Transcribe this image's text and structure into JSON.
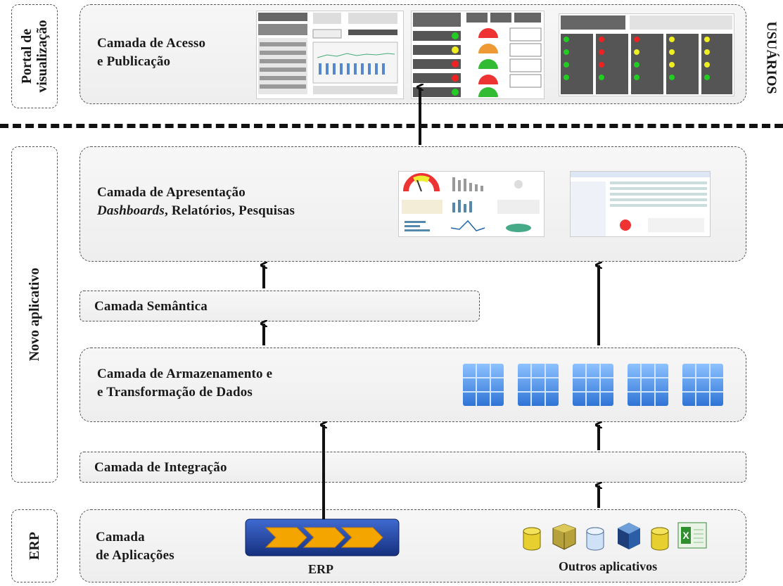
{
  "side_labels": {
    "portal": [
      "Portal de",
      "visualização"
    ],
    "novo": "Novo aplicativo",
    "erp": "ERP"
  },
  "users": "USUÁRIOS",
  "layers": {
    "acesso": [
      "Camada de Acesso",
      "e Publicação"
    ],
    "apresentacao": {
      "line1": "Camada de Apresentação",
      "italic": "Dashboards",
      "rest": ", Relatórios, Pesquisas"
    },
    "semantica": "Camada Semântica",
    "armazenamento": [
      "Camada de Armazenamento e",
      "e Transformação de Dados"
    ],
    "integracao": "Camada de Integração",
    "aplicacoes": [
      "Camada",
      "de Aplicações"
    ]
  },
  "captions": {
    "erp": "ERP",
    "outros": "Outros aplicativos"
  },
  "colors": {
    "cube": "#3a86e0",
    "erp_box": "#1f3f9e",
    "chevron": "#f0a400"
  }
}
